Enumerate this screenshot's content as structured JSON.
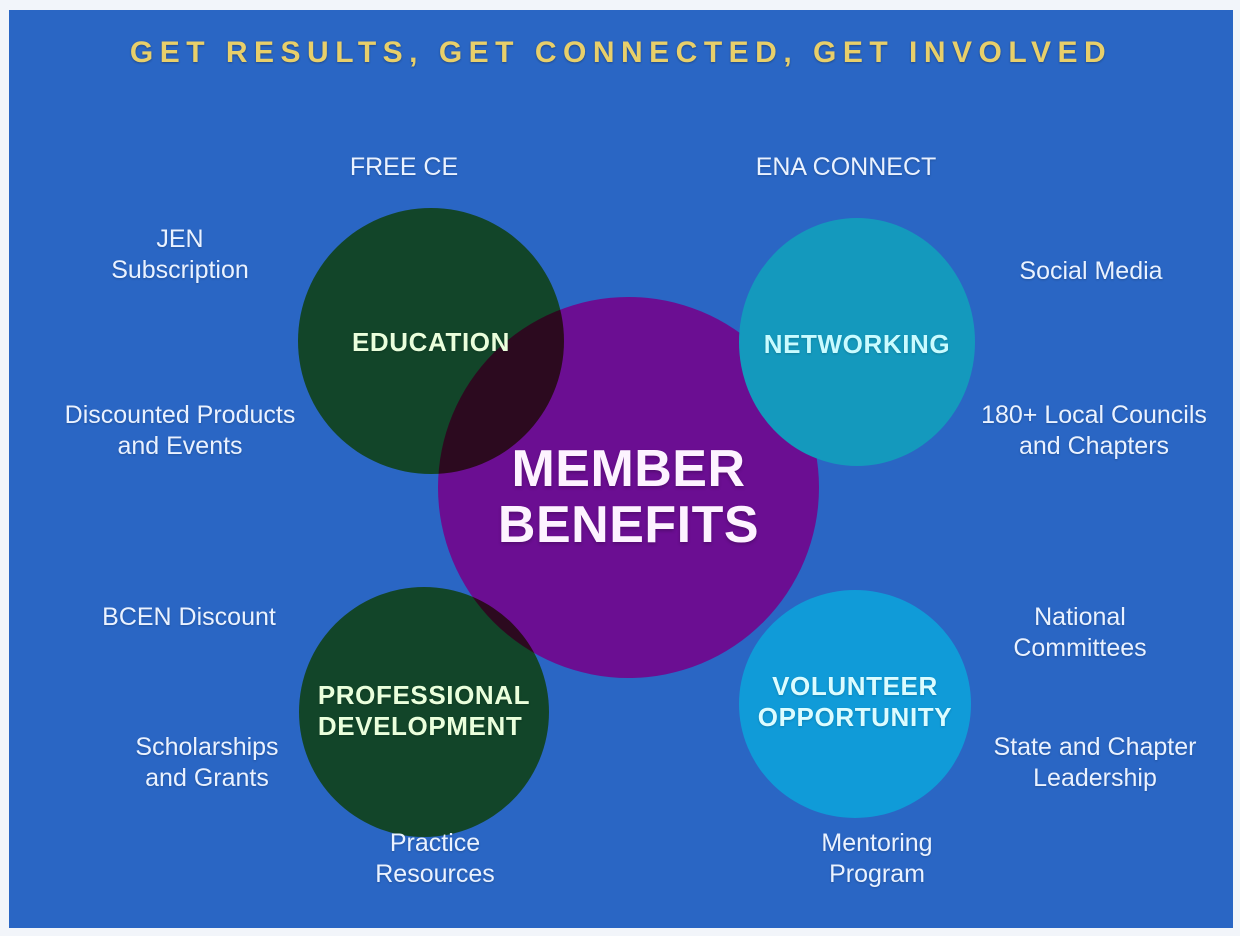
{
  "header": {
    "tagline": "GET RESULTS, GET CONNECTED, GET INVOLVED"
  },
  "hub": {
    "label": "MEMBER\nBENEFITS"
  },
  "colors": {
    "background_blue": "#2a66c4",
    "header_gold": "#e8cf6a",
    "hub_purple": "#6b0e92",
    "education_green": "#69ad35",
    "professional_development_green": "#69ad35",
    "networking_teal": "#1499bd",
    "volunteer_cyan": "#109bd8",
    "caption_text": "#eaf2ff",
    "hub_text": "#fdf3ff"
  },
  "circles": [
    {
      "id": "education",
      "label": "EDUCATION",
      "color": "#69ad35"
    },
    {
      "id": "networking",
      "label": "NETWORKING",
      "color": "#1499bd"
    },
    {
      "id": "professional-development",
      "label": "PROFESSIONAL\nDEVELOPMENT",
      "color": "#69ad35"
    },
    {
      "id": "volunteer-opportunity",
      "label": "VOLUNTEER\nOPPORTUNITY",
      "color": "#109bd8"
    }
  ],
  "captions": {
    "free_ce": "FREE CE",
    "ena_connect": "ENA CONNECT",
    "jen_subscription": "JEN\nSubscription",
    "social_media": "Social Media",
    "discounted_products": "Discounted Products\nand Events",
    "local_councils": "180+ Local Councils\nand  Chapters",
    "bcen_discount": "BCEN Discount",
    "national_committees": "National\nCommittees",
    "scholarships_grants": "Scholarships\nand Grants",
    "state_chapter_leadership": "State and Chapter\nLeadership",
    "practice_resources": "Practice\nResources",
    "mentoring_program": "Mentoring\nProgram"
  }
}
